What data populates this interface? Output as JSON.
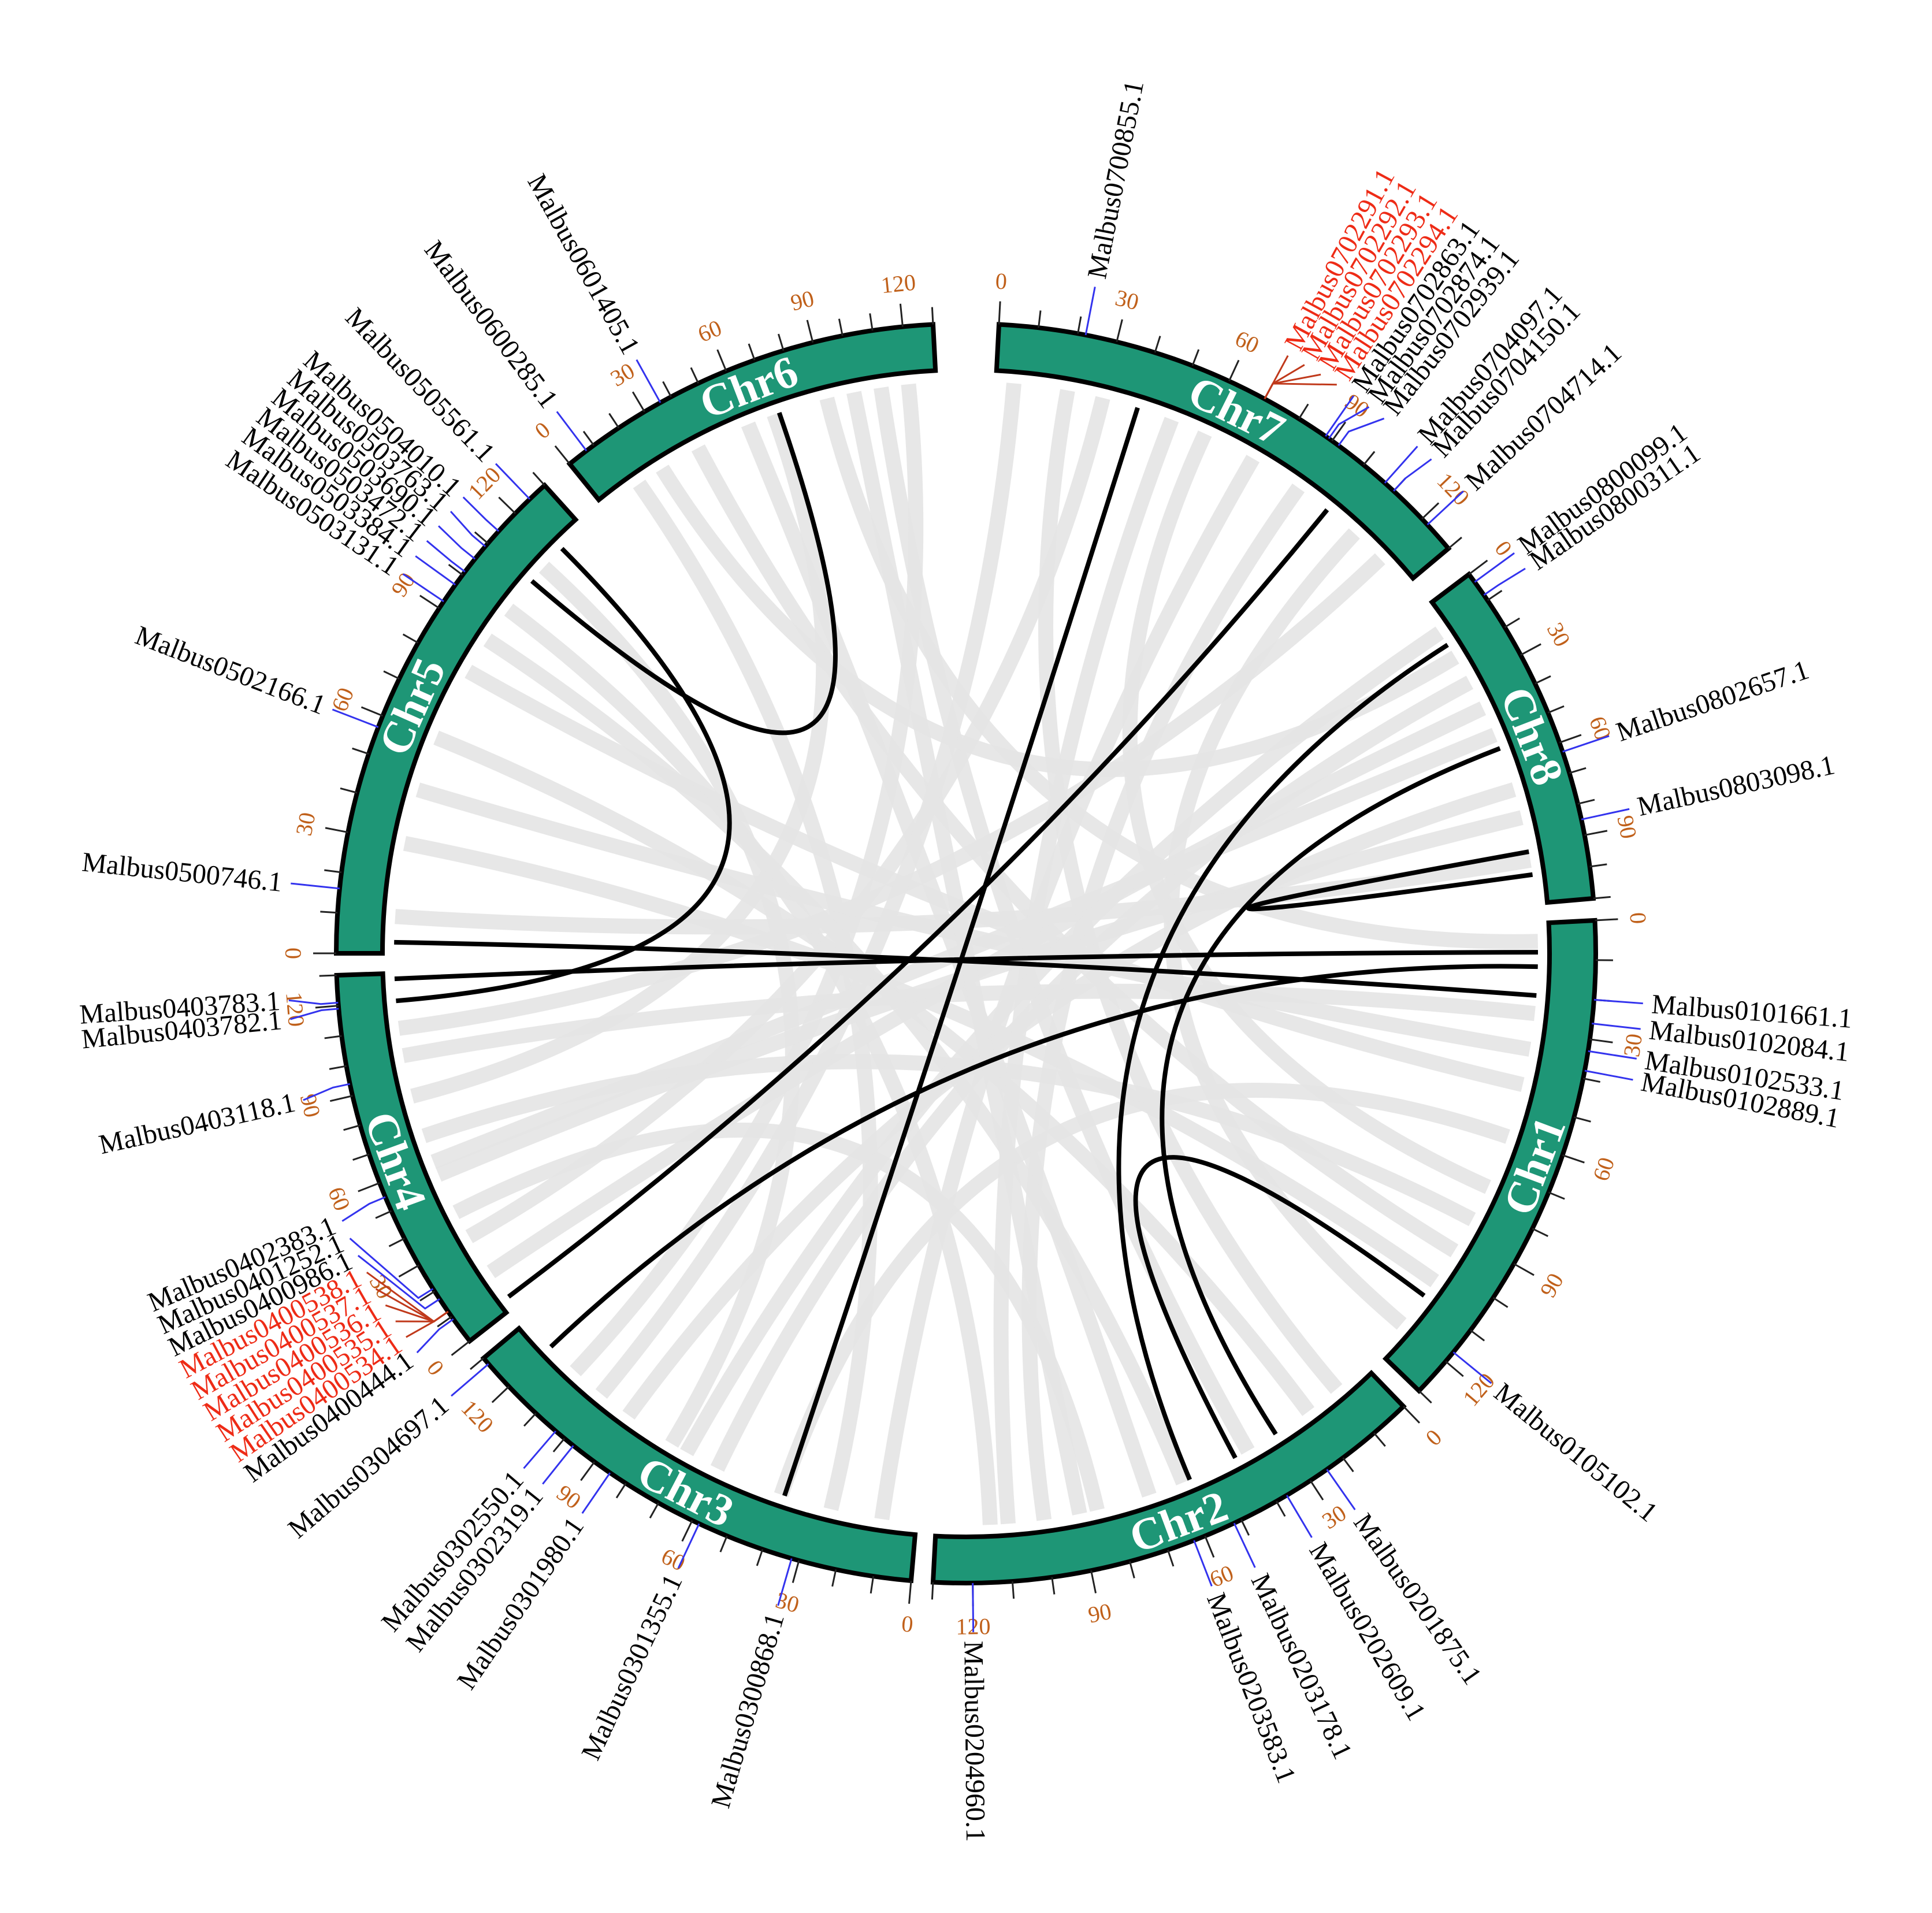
{
  "colors": {
    "chromosome": "#1e9676",
    "chromosome_border": "#000000",
    "ribbon_background": "#e4e4e4",
    "ribbon_highlight": "#000000",
    "gene_line_default": "#3333ee",
    "gene_line_tandem": "#c0391b",
    "gene_text_default": "#000000",
    "gene_text_tandem": "#ee2b16",
    "tick_number": "#c0601a"
  },
  "chromosomes": [
    {
      "id": "chr1",
      "label": "Chr1",
      "length": 130,
      "ticks": [
        "0",
        "30",
        "60",
        "90",
        "120"
      ]
    },
    {
      "id": "chr2",
      "label": "Chr2",
      "length": 130,
      "ticks": [
        "0",
        "30",
        "60",
        "90",
        "120"
      ]
    },
    {
      "id": "chr3",
      "label": "Chr3",
      "length": 130,
      "ticks": [
        "0",
        "30",
        "60",
        "90",
        "120"
      ]
    },
    {
      "id": "chr4",
      "label": "Chr4",
      "length": 130,
      "ticks": [
        "0",
        "30",
        "60",
        "90",
        "120"
      ]
    },
    {
      "id": "chr5",
      "label": "Chr5",
      "length": 130,
      "ticks": [
        "0",
        "30",
        "60",
        "90",
        "120"
      ]
    },
    {
      "id": "chr6",
      "label": "Chr6",
      "length": 130,
      "ticks": [
        "0",
        "30",
        "60",
        "90",
        "120"
      ]
    },
    {
      "id": "chr7",
      "label": "Chr7",
      "length": 130,
      "ticks": [
        "0",
        "30",
        "60",
        "90",
        "120"
      ]
    },
    {
      "id": "chr8",
      "label": "Chr8",
      "length": 110,
      "ticks": [
        "0",
        "30",
        "60",
        "90"
      ]
    }
  ],
  "genes": [
    {
      "name": "Malbus0101661.1",
      "chr": "chr1",
      "pos": 20,
      "tandem": false
    },
    {
      "name": "Malbus0102084.1",
      "chr": "chr1",
      "pos": 26,
      "tandem": false
    },
    {
      "name": "Malbus0102533.1",
      "chr": "chr1",
      "pos": 33,
      "tandem": false
    },
    {
      "name": "Malbus0102889.1",
      "chr": "chr1",
      "pos": 38,
      "tandem": false
    },
    {
      "name": "Malbus0105102.1",
      "chr": "chr1",
      "pos": 117,
      "tandem": false
    },
    {
      "name": "Malbus0201875.1",
      "chr": "chr2",
      "pos": 25,
      "tandem": false
    },
    {
      "name": "Malbus0202609.1",
      "chr": "chr2",
      "pos": 37,
      "tandem": false
    },
    {
      "name": "Malbus0203178.1",
      "chr": "chr2",
      "pos": 52,
      "tandem": false
    },
    {
      "name": "Malbus0203583.1",
      "chr": "chr2",
      "pos": 63,
      "tandem": false
    },
    {
      "name": "Malbus0204960.1",
      "chr": "chr2",
      "pos": 120,
      "tandem": false
    },
    {
      "name": "Malbus0300868.1",
      "chr": "chr3",
      "pos": 32,
      "tandem": false
    },
    {
      "name": "Malbus0301355.1",
      "chr": "chr3",
      "pos": 58,
      "tandem": false
    },
    {
      "name": "Malbus0301980.1",
      "chr": "chr3",
      "pos": 85,
      "tandem": false
    },
    {
      "name": "Malbus0302319.1",
      "chr": "chr3",
      "pos": 97,
      "tandem": false
    },
    {
      "name": "Malbus0302550.1",
      "chr": "chr3",
      "pos": 103,
      "tandem": false
    },
    {
      "name": "Malbus0304697.1",
      "chr": "chr3",
      "pos": 128,
      "tandem": false
    },
    {
      "name": "Malbus0400444.1",
      "chr": "chr4",
      "pos": 9,
      "tandem": false
    },
    {
      "name": "Malbus0400534.1",
      "chr": "chr4",
      "pos": 12,
      "tandem": true
    },
    {
      "name": "Malbus0400535.1",
      "chr": "chr4",
      "pos": 12,
      "tandem": true
    },
    {
      "name": "Malbus0400536.1",
      "chr": "chr4",
      "pos": 12,
      "tandem": true
    },
    {
      "name": "Malbus0400537.1",
      "chr": "chr4",
      "pos": 12,
      "tandem": true
    },
    {
      "name": "Malbus0400538.1",
      "chr": "chr4",
      "pos": 12,
      "tandem": true
    },
    {
      "name": "Malbus0400986.1",
      "chr": "chr4",
      "pos": 17,
      "tandem": false
    },
    {
      "name": "Malbus0401252.1",
      "chr": "chr4",
      "pos": 21,
      "tandem": false
    },
    {
      "name": "Malbus0402383.1",
      "chr": "chr4",
      "pos": 55,
      "tandem": false
    },
    {
      "name": "Malbus0403118.1",
      "chr": "chr4",
      "pos": 94,
      "tandem": false
    },
    {
      "name": "Malbus0403782.1",
      "chr": "chr4",
      "pos": 119,
      "tandem": false
    },
    {
      "name": "Malbus0403783.1",
      "chr": "chr4",
      "pos": 121,
      "tandem": false
    },
    {
      "name": "Malbus0500746.1",
      "chr": "chr5",
      "pos": 16,
      "tandem": false
    },
    {
      "name": "Malbus0502166.1",
      "chr": "chr5",
      "pos": 57,
      "tandem": false
    },
    {
      "name": "Malbus0503131.1",
      "chr": "chr5",
      "pos": 92,
      "tandem": false
    },
    {
      "name": "Malbus0503384.1",
      "chr": "chr5",
      "pos": 97,
      "tandem": false
    },
    {
      "name": "Malbus0503472.1",
      "chr": "chr5",
      "pos": 101,
      "tandem": false
    },
    {
      "name": "Malbus0503690.1",
      "chr": "chr5",
      "pos": 105,
      "tandem": false
    },
    {
      "name": "Malbus0503763.1",
      "chr": "chr5",
      "pos": 109,
      "tandem": false
    },
    {
      "name": "Malbus0504010.1",
      "chr": "chr5",
      "pos": 114,
      "tandem": false
    },
    {
      "name": "Malbus0505561.1",
      "chr": "chr5",
      "pos": 125,
      "tandem": false
    },
    {
      "name": "Malbus0600285.1",
      "chr": "chr6",
      "pos": 7,
      "tandem": false
    },
    {
      "name": "Malbus0601405.1",
      "chr": "chr6",
      "pos": 36,
      "tandem": false
    },
    {
      "name": "Malbus0700855.1",
      "chr": "chr7",
      "pos": 22,
      "tandem": false
    },
    {
      "name": "Malbus0702291.1",
      "chr": "chr7",
      "pos": 70,
      "tandem": true
    },
    {
      "name": "Malbus0702292.1",
      "chr": "chr7",
      "pos": 70,
      "tandem": true
    },
    {
      "name": "Malbus0702293.1",
      "chr": "chr7",
      "pos": 70,
      "tandem": true
    },
    {
      "name": "Malbus0702294.1",
      "chr": "chr7",
      "pos": 70,
      "tandem": true
    },
    {
      "name": "Malbus0702863.1",
      "chr": "chr7",
      "pos": 88,
      "tandem": false
    },
    {
      "name": "Malbus0702874.1",
      "chr": "chr7",
      "pos": 89,
      "tandem": false
    },
    {
      "name": "Malbus0702939.1",
      "chr": "chr7",
      "pos": 92,
      "tandem": false
    },
    {
      "name": "Malbus0704097.1",
      "chr": "chr7",
      "pos": 107,
      "tandem": false
    },
    {
      "name": "Malbus0704150.1",
      "chr": "chr7",
      "pos": 110,
      "tandem": false
    },
    {
      "name": "Malbus0704714.1",
      "chr": "chr7",
      "pos": 122,
      "tandem": false
    },
    {
      "name": "Malbus0800099.1",
      "chr": "chr8",
      "pos": 3,
      "tandem": false
    },
    {
      "name": "Malbus0800311.1",
      "chr": "chr8",
      "pos": 8,
      "tandem": false
    },
    {
      "name": "Malbus0802657.1",
      "chr": "chr8",
      "pos": 63,
      "tandem": false
    },
    {
      "name": "Malbus0803098.1",
      "chr": "chr8",
      "pos": 85,
      "tandem": false
    }
  ],
  "highlight_links": [
    {
      "a": {
        "chr": "chr1",
        "pos": 8
      },
      "b": {
        "chr": "chr4",
        "pos": 128
      }
    },
    {
      "a": {
        "chr": "chr1",
        "pos": 12
      },
      "b": {
        "chr": "chr3",
        "pos": 120
      }
    },
    {
      "a": {
        "chr": "chr1",
        "pos": 20
      },
      "b": {
        "chr": "chr5",
        "pos": 3
      }
    },
    {
      "a": {
        "chr": "chr1",
        "pos": 110
      },
      "b": {
        "chr": "chr2",
        "pos": 44
      }
    },
    {
      "a": {
        "chr": "chr8",
        "pos": 55
      },
      "b": {
        "chr": "chr2",
        "pos": 31
      }
    },
    {
      "a": {
        "chr": "chr8",
        "pos": 92
      },
      "b": {
        "chr": "chr8",
        "pos": 100
      }
    },
    {
      "a": {
        "chr": "chr8",
        "pos": 15
      },
      "b": {
        "chr": "chr2",
        "pos": 58
      }
    },
    {
      "a": {
        "chr": "chr7",
        "pos": 100
      },
      "b": {
        "chr": "chr4",
        "pos": 4
      }
    },
    {
      "a": {
        "chr": "chr7",
        "pos": 40
      },
      "b": {
        "chr": "chr3",
        "pos": 39
      }
    },
    {
      "a": {
        "chr": "chr6",
        "pos": 72
      },
      "b": {
        "chr": "chr5",
        "pos": 110
      }
    },
    {
      "a": {
        "chr": "chr5",
        "pos": 122
      },
      "b": {
        "chr": "chr4",
        "pos": 120
      }
    }
  ],
  "background_links": [
    {
      "a": {
        "chr": "chr1",
        "pos": 5
      },
      "b": {
        "chr": "chr6",
        "pos": 90
      }
    },
    {
      "a": {
        "chr": "chr1",
        "pos": 25
      },
      "b": {
        "chr": "chr4",
        "pos": 100
      }
    },
    {
      "a": {
        "chr": "chr1",
        "pos": 45
      },
      "b": {
        "chr": "chr5",
        "pos": 80
      }
    },
    {
      "a": {
        "chr": "chr1",
        "pos": 60
      },
      "b": {
        "chr": "chr3",
        "pos": 40
      }
    },
    {
      "a": {
        "chr": "chr1",
        "pos": 75
      },
      "b": {
        "chr": "chr7",
        "pos": 60
      }
    },
    {
      "a": {
        "chr": "chr1",
        "pos": 95
      },
      "b": {
        "chr": "chr6",
        "pos": 40
      }
    },
    {
      "a": {
        "chr": "chr1",
        "pos": 105
      },
      "b": {
        "chr": "chr5",
        "pos": 30
      }
    },
    {
      "a": {
        "chr": "chr1",
        "pos": 120
      },
      "b": {
        "chr": "chr7",
        "pos": 110
      }
    },
    {
      "a": {
        "chr": "chr2",
        "pos": 10
      },
      "b": {
        "chr": "chr7",
        "pos": 20
      }
    },
    {
      "a": {
        "chr": "chr2",
        "pos": 20
      },
      "b": {
        "chr": "chr5",
        "pos": 60
      }
    },
    {
      "a": {
        "chr": "chr2",
        "pos": 40
      },
      "b": {
        "chr": "chr6",
        "pos": 110
      }
    },
    {
      "a": {
        "chr": "chr2",
        "pos": 70
      },
      "b": {
        "chr": "chr6",
        "pos": 60
      }
    },
    {
      "a": {
        "chr": "chr2",
        "pos": 85
      },
      "b": {
        "chr": "chr4",
        "pos": 40
      }
    },
    {
      "a": {
        "chr": "chr2",
        "pos": 100
      },
      "b": {
        "chr": "chr7",
        "pos": 90
      }
    },
    {
      "a": {
        "chr": "chr2",
        "pos": 115
      },
      "b": {
        "chr": "chr5",
        "pos": 100
      }
    },
    {
      "a": {
        "chr": "chr3",
        "pos": 10
      },
      "b": {
        "chr": "chr7",
        "pos": 75
      }
    },
    {
      "a": {
        "chr": "chr3",
        "pos": 25
      },
      "b": {
        "chr": "chr6",
        "pos": 15
      }
    },
    {
      "a": {
        "chr": "chr3",
        "pos": 60
      },
      "b": {
        "chr": "chr8",
        "pos": 30
      }
    },
    {
      "a": {
        "chr": "chr3",
        "pos": 75
      },
      "b": {
        "chr": "chr5",
        "pos": 115
      }
    },
    {
      "a": {
        "chr": "chr3",
        "pos": 90
      },
      "b": {
        "chr": "chr8",
        "pos": 70
      }
    },
    {
      "a": {
        "chr": "chr3",
        "pos": 110
      },
      "b": {
        "chr": "chr6",
        "pos": 120
      }
    },
    {
      "a": {
        "chr": "chr4",
        "pos": 15
      },
      "b": {
        "chr": "chr8",
        "pos": 40
      }
    },
    {
      "a": {
        "chr": "chr4",
        "pos": 30
      },
      "b": {
        "chr": "chr7",
        "pos": 30
      }
    },
    {
      "a": {
        "chr": "chr4",
        "pos": 55
      },
      "b": {
        "chr": "chr8",
        "pos": 80
      }
    },
    {
      "a": {
        "chr": "chr4",
        "pos": 70
      },
      "b": {
        "chr": "chr1",
        "pos": 85
      }
    },
    {
      "a": {
        "chr": "chr4",
        "pos": 85
      },
      "b": {
        "chr": "chr6",
        "pos": 70
      }
    },
    {
      "a": {
        "chr": "chr4",
        "pos": 110
      },
      "b": {
        "chr": "chr7",
        "pos": 120
      }
    },
    {
      "a": {
        "chr": "chr5",
        "pos": 10
      },
      "b": {
        "chr": "chr8",
        "pos": 95
      }
    },
    {
      "a": {
        "chr": "chr5",
        "pos": 45
      },
      "b": {
        "chr": "chr1",
        "pos": 35
      }
    },
    {
      "a": {
        "chr": "chr5",
        "pos": 90
      },
      "b": {
        "chr": "chr2",
        "pos": 60
      }
    },
    {
      "a": {
        "chr": "chr6",
        "pos": 25
      },
      "b": {
        "chr": "chr8",
        "pos": 20
      }
    },
    {
      "a": {
        "chr": "chr6",
        "pos": 100
      },
      "b": {
        "chr": "chr2",
        "pos": 90
      }
    },
    {
      "a": {
        "chr": "chr7",
        "pos": 5
      },
      "b": {
        "chr": "chr3",
        "pos": 100
      }
    },
    {
      "a": {
        "chr": "chr7",
        "pos": 50
      },
      "b": {
        "chr": "chr2",
        "pos": 110
      }
    },
    {
      "a": {
        "chr": "chr8",
        "pos": 50
      },
      "b": {
        "chr": "chr4",
        "pos": 60
      }
    },
    {
      "a": {
        "chr": "chr8",
        "pos": 10
      },
      "b": {
        "chr": "chr3",
        "pos": 70
      }
    }
  ]
}
